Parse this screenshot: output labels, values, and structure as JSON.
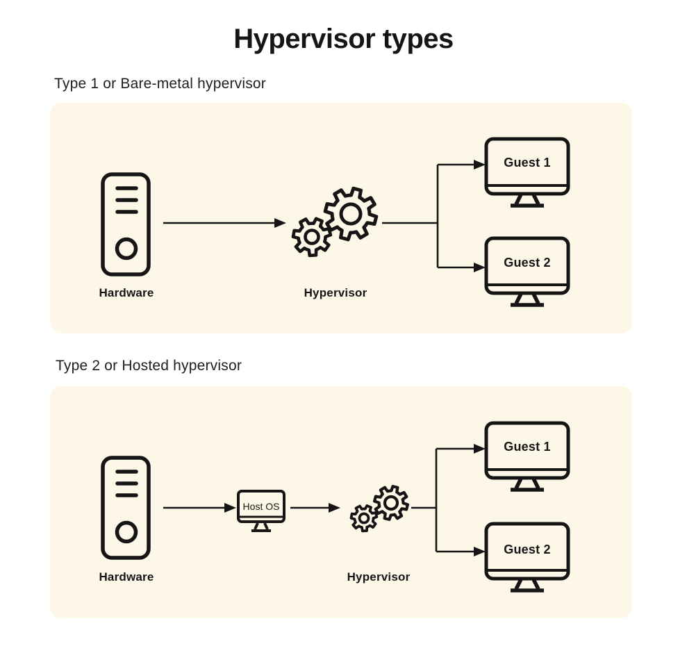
{
  "title": "Hypervisor types",
  "colors": {
    "panel_bg": "#FDF7E8",
    "ink": "#151515"
  },
  "sections": [
    {
      "label": "Type 1 or Bare-metal hypervisor",
      "nodes": {
        "hardware": "Hardware",
        "hypervisor": "Hypervisor",
        "guest1": "Guest 1",
        "guest2": "Guest 2"
      }
    },
    {
      "label": "Type 2 or Hosted hypervisor",
      "nodes": {
        "hardware": "Hardware",
        "host_os": "Host OS",
        "hypervisor": "Hypervisor",
        "guest1": "Guest 1",
        "guest2": "Guest 2"
      }
    }
  ]
}
